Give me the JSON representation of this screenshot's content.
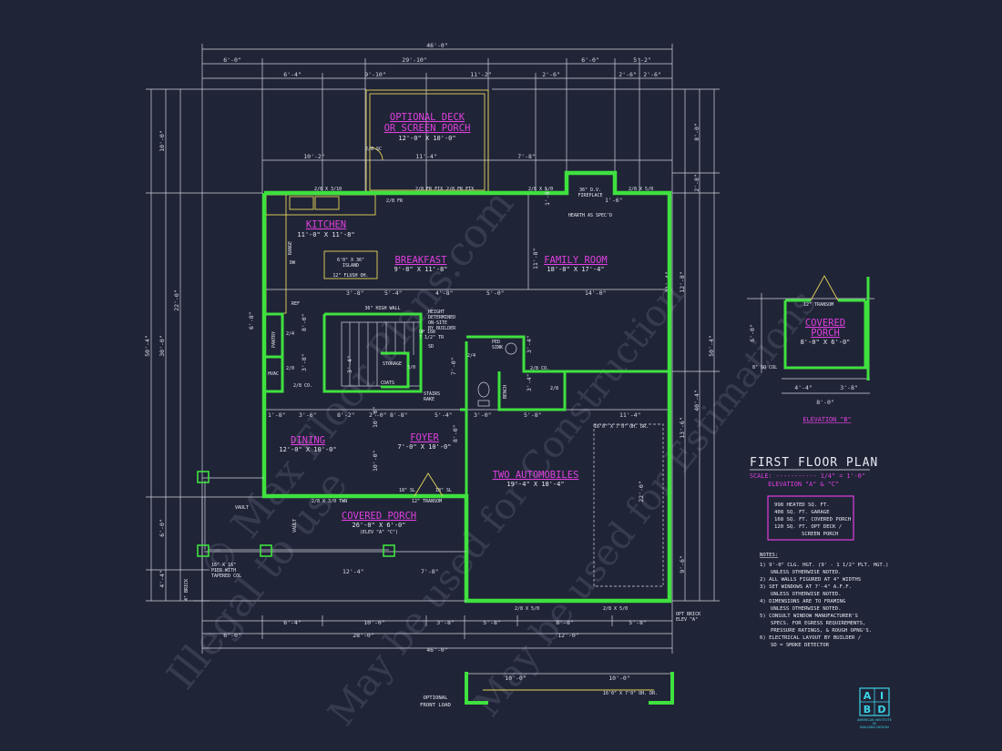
{
  "plan": {
    "title": "FIRST FLOOR PLAN",
    "scale": "SCALE: ----------- 1/4\" = 1'-0\"",
    "elevation": "ELEVATION \"A\" & \"C\"",
    "elevation_b_title": "ELEVATION \"B\"",
    "optional_front_load": [
      "OPTIONAL",
      "FRONT LOAD"
    ],
    "logo_letters": [
      "A",
      "I",
      "B",
      "D"
    ],
    "logo_caption": [
      "AMERICAN INSTITUTE",
      "OF",
      "BUILDING DESIGN"
    ],
    "watermark": [
      "Illegal to use",
      "May be used for Construction",
      "May be used for Estimations",
      "© Max Floor Plans.com"
    ]
  },
  "areas": [
    "998 HEATED SQ. FT.",
    "408 SQ. FT. GARAGE",
    "168 SQ. FT. COVERED PORCH",
    "120 SQ. FT. OPT DECK /",
    "SCREEN PORCH"
  ],
  "notes_title": "NOTES:",
  "notes": [
    "1) 9'-0\" CLG. HGT. (9' - 1 1/2\" PLT. HGT.)",
    "UNLESS OTHERWISE NOTED.",
    "2) ALL WALLS FIGURED AT 4\" WIDTHS",
    "3) SET WINDOWS AT 7'-4\" A.F.F.",
    "UNLESS OTHERWISE NOTED.",
    "4) DIMENSIONS ARE TO FRAMING",
    "UNLESS OTHERWISE NOTED.",
    "5) CONSULT WINDOW MANUFACTURER'S",
    "SPECS. FOR EGRESS REQUIREMENTS,",
    "PRESSURE RATINGS, & ROUGH OPNG'S.",
    "6) ELECTRICAL LAYOUT BY BUILDER /",
    "SD = SMOKE DETECTOR"
  ],
  "rooms": {
    "deck": {
      "name": "OPTIONAL DECK",
      "name2": "OR SCREEN PORCH",
      "size": "12'-0\" X 10'-0\""
    },
    "kitchen": {
      "name": "KITCHEN",
      "size": "11'-0\" X 11'-8\""
    },
    "breakfast": {
      "name": "BREAKFAST",
      "size": "9'-8\" X 11'-8\""
    },
    "family": {
      "name": "FAMILY ROOM",
      "size": "18'-8\" X 17'-4\""
    },
    "dining": {
      "name": "DINING",
      "size": "12'-0\" X 10'-0\""
    },
    "foyer": {
      "name": "FOYER",
      "size": "7'-0\" X 10'-0\""
    },
    "garage": {
      "name": "TWO AUTOMOBILES",
      "size": "19'-4\" X 18'-4\""
    },
    "porch": {
      "name": "COVERED PORCH",
      "size": "26'-0\" X 6'-0\"",
      "elev": "(ELEV \"A\" \"C\")"
    },
    "porch_b": {
      "name": "COVERED",
      "name2": "PORCH",
      "size": "8'-0\" X 6'-0\""
    }
  },
  "labels": {
    "island": [
      "6'0\" X 36\"",
      "ISLAND"
    ],
    "flush": "12\" FLUSH OH.",
    "fireplace": [
      "36\" D.V.",
      "FIREPLACE"
    ],
    "hearth": "HEARTH AS SPEC'D",
    "high_wall": "36\" HIGH WALL",
    "up": [
      "UP 16R",
      "7 1/2\" TR"
    ],
    "height": [
      "HEIGHT",
      "DETERMINED",
      "ON-SITE",
      "BY BUILDER"
    ],
    "storage": "STORAGE",
    "coats": "COATS",
    "stairs_rake": [
      "STAIRS",
      "RAKE"
    ],
    "ped_sink": [
      "PED",
      "SINK"
    ],
    "bench": "BENCH",
    "pantry": "PANTRY",
    "hvac": "HVAC",
    "ref": "REF",
    "range": "RANGE",
    "dw": "DW",
    "sd": "SD",
    "garage_door": "16'0\" X 7'0\" OH. DR.",
    "garage_door2": "16'0\" X 7'0\" OH. DR.",
    "vault": "VAULT",
    "pier": [
      "16\" X 16\"",
      "PIER WITH",
      "TAPERED COL"
    ],
    "brick": "4\" BRICK",
    "opt_brick": [
      "OPT BRICK",
      "ELEV \"A\""
    ],
    "transom": "12\" TRANSOM",
    "transom_b": "12\" TRANSOM",
    "sl": "18\" SL",
    "col": "8\" SQ COL",
    "win_kitchen": "2/8 X 3/10",
    "win_fix1": "2/8 FR FIX",
    "win_fix2": "2/8 FR FIX",
    "win_fam": "2/8 X 5/0",
    "win_fam2": "2/8 X 5/0",
    "win_dining": "2/8 X 3/0 TWN",
    "win_bath": "2/8 CO.",
    "win_gar1": "2/8 X 5/0",
    "win_gar2": "2/8 X 5/0",
    "door_28fr": "2/8 FR",
    "door_30": "3/0",
    "door_24": "2/4",
    "door_28": "2/8",
    "door_28sc": "2/8 SC",
    "door_pantry": "2/4",
    "door_hvac": "2/0",
    "door_co": "2/8 CO."
  },
  "dims": {
    "overall_top": "46'-0\"",
    "top_row1": [
      "6'-0\"",
      "29'-10\"",
      "6'-0\"",
      "5'-2\""
    ],
    "top_row2": [
      "6'-4\"",
      "9'-10\"",
      "11'-2\"",
      "2'-6\"",
      "2'-6\"",
      "2'-6\""
    ],
    "top_row3": [
      "10'-2\"",
      "11'-4\"",
      "7'-8\""
    ],
    "bottom_row1": [
      "6'-4\"",
      "10'-0\"",
      "3'-8\"",
      "5'-8\"",
      "8'-8\"",
      "5'-8\""
    ],
    "bottom_row2": [
      "6'-0\"",
      "28'-0\"",
      "12'-0\""
    ],
    "overall_bottom": "46'-0\"",
    "left": [
      "10'-0\"",
      "22'-0\"",
      "50'-4\"",
      "30'-0\"",
      "6'-0\"",
      "4'-4\""
    ],
    "right": [
      "8'-0\"",
      "2'-8\"",
      "12'-8\"",
      "50'-4\"",
      "11'-4\"",
      "40'-4\"",
      "13'-6\"",
      "22'-0\"",
      "9'-6\""
    ],
    "interior": [
      "3'-8\"",
      "5'-4\"",
      "4'-8\"",
      "5'-0\"",
      "14'-0\"",
      "3'-0\"",
      "5'-8\"",
      "1'-8\"",
      "3'-6\"",
      "8'-2\"",
      "2'-0\"",
      "8'-8\"",
      "5'-4\"",
      "11'-4\"",
      "12'-4\"",
      "7'-8\"",
      "6'-8\"",
      "10'-0\"",
      "8'-0\"",
      "8'-0\"",
      "3'-4\"",
      "3'-4\"",
      "11'-8\"",
      "1'-8\"",
      "1'-6\"",
      "3'-8\"",
      "3'-4\"",
      "7'-0\"",
      "10'-0\""
    ],
    "elev_b": [
      "8'-0\"",
      "4'-4\"",
      "3'-8\"",
      "6'-0\""
    ],
    "front_load": [
      "10'-0\"",
      "10'-0\""
    ]
  }
}
